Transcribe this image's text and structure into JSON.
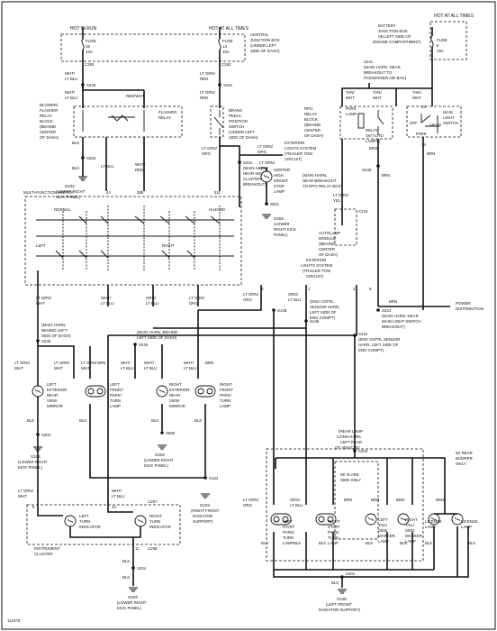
{
  "power": {
    "hot_in_run": "HOT IN RUN",
    "hot_at_all_times_1": "HOT AT ALL TIMES",
    "hot_at_all_times_2": "HOT AT ALL TIMES",
    "fuse25": [
      "FUSE",
      "25",
      "10A"
    ],
    "fuse13": [
      "FUSE",
      "13",
      "20A"
    ],
    "fuse6": [
      "FUSE",
      "6",
      "15A"
    ],
    "cjb": [
      "CENTRAL",
      "JUNCTION BOX",
      "(UNDER LEFT",
      "SIDE OF DASH)"
    ],
    "bjb": [
      "BATTERY",
      "JUNCTION BOX",
      "(IN LEFT SIDE OF",
      "ENGINE COMPARTMENT)"
    ]
  },
  "connectors": {
    "c253": "C253",
    "c252": "C252",
    "s228": "S228",
    "s221": "S221",
    "s241": "S241",
    "s202": "S202",
    "s231": "S231",
    "s911": "S911",
    "s249": "S249",
    "c215": "C215",
    "s148": "S148",
    "s149": "S149",
    "s224": "S224",
    "s115": "S115",
    "s245": "S245",
    "s246": "S246",
    "s301": "S301",
    "s600": "S600",
    "s134": "S134",
    "c257": "C257",
    "c256": "C256",
    "s204": "S204",
    "s403": "S403",
    "s401": "S401"
  },
  "grounds": {
    "g203_top": [
      "G203",
      "(LOWER RIGHT",
      "KICK PANEL)"
    ],
    "g203_right": [
      "G203",
      "(LOWER",
      "RIGHT KICK",
      "PANEL)"
    ],
    "g203_left": [
      "G203",
      "(LOWER RIGHT",
      "KICK PANEL)"
    ],
    "g203_mid": [
      "G203",
      "(LOWER RIGHT",
      "KICK PANEL)"
    ],
    "g103": [
      "G103",
      "(RIGHT FRONT",
      "RADIATOR",
      "SUPPORT)"
    ],
    "g203_bottom": [
      "G203",
      "(LOWER RIGHT",
      "KICK PANEL)"
    ],
    "g108": [
      "G108",
      "(LEFT FRONT",
      "RADIATOR SUPPORT)"
    ]
  },
  "wires": {
    "wht_lt_blu": [
      "WHT/",
      "LT BLU"
    ],
    "red_wht": "RED/WHT",
    "lt_grn_red": [
      "LT GRN/",
      "RED"
    ],
    "tan_wht": [
      "TAN/",
      "WHT"
    ],
    "blk": "BLK",
    "lt_blu": "LT BLU",
    "wht_red": [
      "WHT/",
      "RED"
    ],
    "lt_grn_org": [
      "LT GRN/",
      "ORG"
    ],
    "lt_grn_yel": [
      "LT GRN/",
      "YEL"
    ],
    "brn": "BRN",
    "lt_grn_wht": [
      "LT GRN/",
      "WHT"
    ],
    "org_lt_blu": [
      "ORG/",
      "LT BLU"
    ]
  },
  "components": {
    "flasher_block": [
      "BLOWER/",
      "FLASHER",
      "RELAY",
      "BLOCK",
      "(BEHIND",
      "CENTER",
      "OF DASH)"
    ],
    "flasher_relay": [
      "FLASHER",
      "RELAY"
    ],
    "brake_switch": [
      "BRAKE",
      "PEDAL",
      "POSITION",
      "SWITCH",
      "(UNDER LEFT",
      "SIDE OF DASH)"
    ],
    "rpo_block": [
      "RPO",
      "RELAY",
      "BLOCK",
      "(BEHIND",
      "CENTER",
      "OF DASH)"
    ],
    "park_relay": [
      "PARK",
      "LAMP",
      "RELAY",
      "(W/ AUTO",
      "LAMPS)"
    ],
    "main_light_switch": [
      "MAIN",
      "LIGHT",
      "SWITCH"
    ],
    "off": "OFF",
    "park": "PARK",
    "head": "HEAD",
    "s241_note": [
      "(MAIN HARN, NEAR",
      "BREAKOUT TO",
      "PASSENGER AIR BAG)"
    ],
    "exterior_tow": [
      "EXTERIOR",
      "LIGHTS SYSTEM",
      "(TRAILER TOW",
      "CIRCUIT)"
    ],
    "s231_note": [
      "(MAIN HARN,",
      "NEAR INST",
      "CLUSTER",
      "BREAKOUT)"
    ],
    "chmsl": [
      "CENTER",
      "HIGH",
      "MOUNT",
      "STOP",
      "LAMP"
    ],
    "s249_note": [
      "(MAIN HARN,",
      "NEAR BREAKOUT",
      "TO RPO RELAY BOX)"
    ],
    "autolamp": [
      "AUTOLAMP",
      "MODULE",
      "(BEHIND",
      "CENTER",
      "OF DASH)"
    ],
    "mfs": "MULTI-FUNCTION SWITCH",
    "normal": "NORMAL",
    "hazard": "HAZARD",
    "left": "LEFT",
    "right": "RIGHT",
    "ext_tow_2": [
      "EXTERIOR",
      "LIGHTS SYSTEM",
      "(TRAILER TOW",
      "CIRCUIT)"
    ],
    "s149_note": [
      "(ENG CNTRL",
      "SENSOR HARN,",
      "LEFT SIDE OF",
      "ENG COMPT)"
    ],
    "power_dist": [
      "POWER",
      "DISTRIBUTION"
    ],
    "s224_note": [
      "(MAIN HARN, NEAR",
      "MAIN LIGHT SWITCH",
      "BREAKOUT)"
    ],
    "s115_note": [
      "(ENG CNTRL SENSOR",
      "HARN, LEFT SIDE OF",
      "ENG COMPT)"
    ],
    "s245_note": [
      "(MAIN HARN,",
      "BEHIND LEFT",
      "SIDE OF DASH)"
    ],
    "s246_note": [
      "(MAIN HARN, BEHIND",
      "LEFT SIDE OF DASH)"
    ],
    "left_mirror": [
      "LEFT",
      "EXTERIOR",
      "REAR",
      "VIEW",
      "MIRROR"
    ],
    "left_front_lamp": [
      "LEFT",
      "FRONT",
      "PARK/",
      "TURN",
      "LAMP"
    ],
    "right_mirror": [
      "RIGHT",
      "EXTERIOR",
      "REAR",
      "VIEW",
      "MIRROR"
    ],
    "right_front_lamp": [
      "RIGHT",
      "FRONT",
      "PARK/",
      "TURN",
      "LAMP"
    ],
    "s403_note": [
      "(REAR LAMP",
      "CONN HARN,",
      "LEFT REAR",
      "OF VEHICLE)"
    ],
    "flare": [
      "W/ FLARE",
      "SIDE ONLY"
    ],
    "rear_bumper": [
      "W/ REAR",
      "BUMPER",
      "ONLY"
    ],
    "left_turn_ind": [
      "LEFT",
      "TURN",
      "INDICATOR"
    ],
    "right_turn_ind": [
      "RIGHT",
      "TURN",
      "INDICATOR"
    ],
    "cluster": [
      "INSTRUMENT",
      "CLUSTER"
    ],
    "left_stop": [
      "LEFT",
      "STOP/",
      "PARK/",
      "TURN",
      "LAMP"
    ],
    "right_stop": [
      "RIGHT",
      "STOP/",
      "PARK/",
      "TURN",
      "LAMP"
    ],
    "left_tail": [
      "LEFT",
      "TAIL/",
      "SIDE",
      "MARKER",
      "LAMP"
    ],
    "right_tail": [
      "RIGHT",
      "TAIL/",
      "SIDE",
      "MARKER",
      "LAMP"
    ],
    "license1": [
      "LICENSE",
      "LAMP"
    ],
    "license2": [
      "LICENSE",
      "LAMP"
    ]
  },
  "pins": {
    "p1": "1",
    "p2": "2",
    "p3": "3",
    "p4": "4",
    "p5": "5",
    "p9": "9",
    "p10": "10",
    "p11": "11",
    "p13": "13",
    "p14": "14",
    "p44": "44",
    "p385": "385",
    "p511": "511"
  },
  "figure_id": "112375"
}
